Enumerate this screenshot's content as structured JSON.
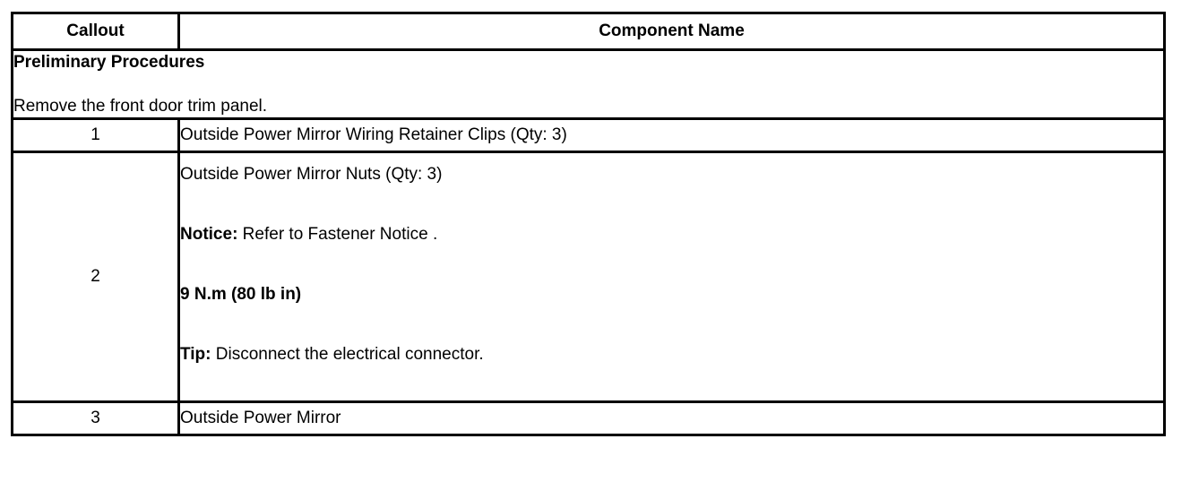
{
  "table": {
    "headers": {
      "callout": "Callout",
      "component_name": "Component Name"
    },
    "preliminary": {
      "title": "Preliminary Procedures",
      "body": "Remove the front door trim panel."
    },
    "rows": [
      {
        "callout": "1",
        "name": "Outside Power Mirror Wiring Retainer Clips (Qty: 3)"
      },
      {
        "callout": "2",
        "lines": {
          "title": "Outside Power Mirror Nuts (Qty: 3)",
          "notice_label": "Notice:",
          "notice_text": " Refer to Fastener Notice .",
          "torque": "9 N.m (80 lb in)",
          "tip_label": "Tip:",
          "tip_text": " Disconnect the electrical connector."
        }
      },
      {
        "callout": "3",
        "name": "Outside Power Mirror"
      }
    ]
  }
}
